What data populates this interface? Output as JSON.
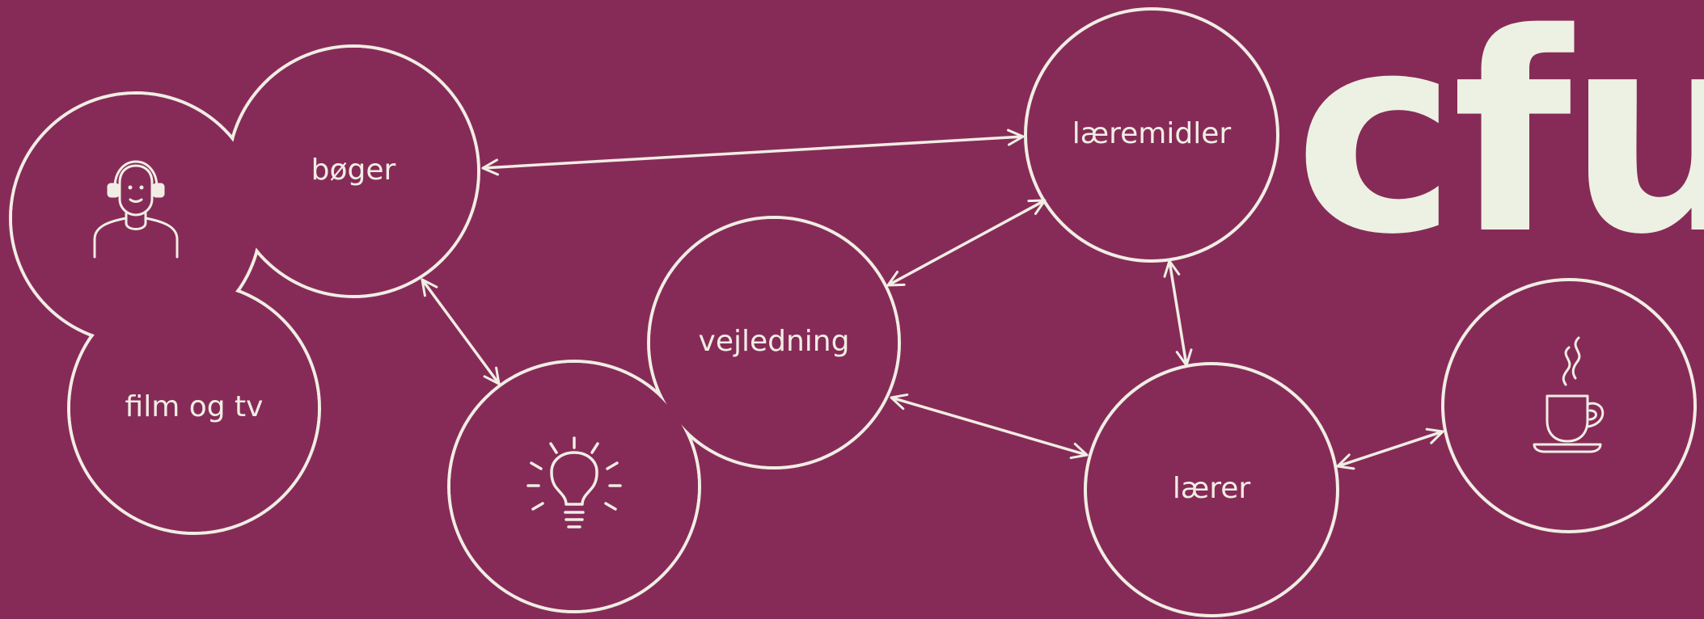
{
  "colors": {
    "background": "#862b57",
    "line": "#f1ede4",
    "logo": "#edf1e3"
  },
  "logo": {
    "text": "cfu"
  },
  "nodes": {
    "boger": "bøger",
    "film_og_tv": "film og tv",
    "vejledning": "vejledning",
    "laeremidler": "læremidler",
    "laerer": "lærer"
  },
  "icons": {
    "person": "person-with-headphones-icon",
    "idea": "lightbulb-icon",
    "coffee": "coffee-cup-icon"
  }
}
